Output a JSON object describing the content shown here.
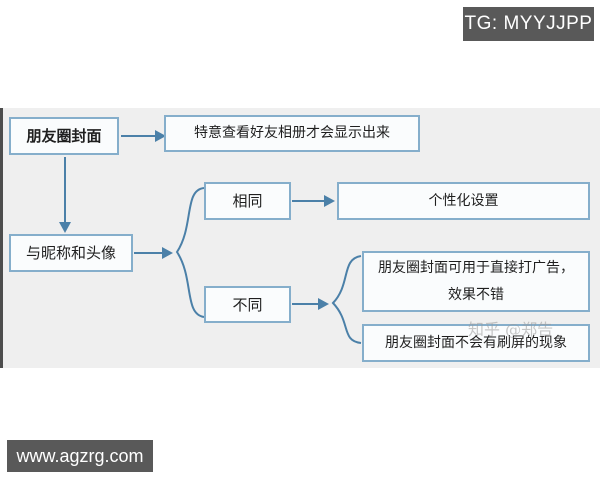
{
  "overlays": {
    "tg_badge": "TG: MYYJJPP",
    "website": "www.agzrg.com",
    "watermark": "知乎 @郑告"
  },
  "flowchart": {
    "nodes": {
      "root": "朋友圈封面",
      "note": "特意查看好友相册才会显示出来",
      "compare": "与昵称和头像",
      "same": "相同",
      "different": "不同",
      "personalized": "个性化设置",
      "ad_line1": "朋友圈封面可用于直接打广告，",
      "ad_line2": "效果不错",
      "no_block": "朋友圈封面不会有刷屏的现象"
    }
  },
  "colors": {
    "node_border": "#85aecb",
    "node_fill": "#fafcfd",
    "connector": "#4b80a8",
    "badge_bg": "#595959",
    "panel_bg": "#efefef",
    "panel_edge": "#4d4d4d"
  }
}
